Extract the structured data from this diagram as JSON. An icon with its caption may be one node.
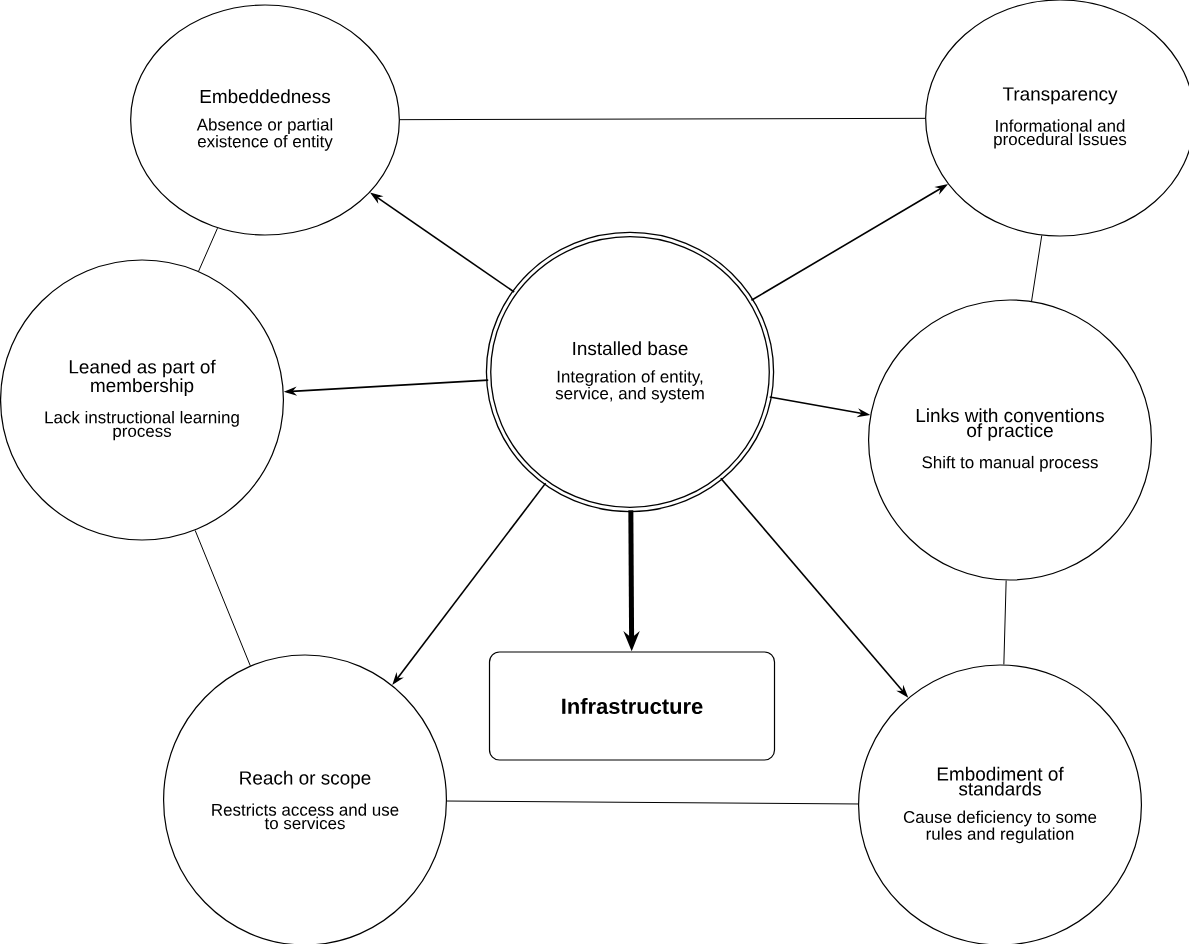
{
  "diagram": {
    "nodes": [
      {
        "text": [
          "Embeddedness",
          "Absence or partial existence of entity"
        ]
      },
      {
        "text": [
          "Transparency",
          "Informational and procedural Issues"
        ]
      },
      {
        "text": [
          "Installed base",
          "Integration of entity, service, and system"
        ]
      },
      {
        "text": [
          "Leaned as part of membership",
          "Lack instructional learning process"
        ]
      },
      {
        "text": [
          "Links with conventions of practice",
          "Shift to manual process"
        ]
      },
      {
        "text": [
          "Infrastructure"
        ]
      },
      {
        "text": [
          "Reach or scope",
          "Restricts access and use to services"
        ]
      },
      {
        "text": [
          "Embodiment of standards",
          "Cause deficiency to some rules and regulation"
        ]
      }
    ],
    "edges": [
      {
        "from": 2,
        "to": 0,
        "arrow": "to"
      },
      {
        "from": 2,
        "to": 1,
        "arrow": "to"
      },
      {
        "from": 2,
        "to": 3,
        "arrow": "to"
      },
      {
        "from": 2,
        "to": 4,
        "arrow": "to"
      },
      {
        "from": 2,
        "to": 6,
        "arrow": "to"
      },
      {
        "from": 2,
        "to": 5,
        "arrow": "to",
        "style": "thick"
      },
      {
        "from": 2,
        "to": 7,
        "arrow": "to"
      },
      {
        "from": 0,
        "to": 1,
        "arrow": "none"
      },
      {
        "from": 0,
        "to": 3,
        "arrow": "none"
      },
      {
        "from": 1,
        "to": 4,
        "arrow": "none"
      },
      {
        "from": 3,
        "to": 6,
        "arrow": "none"
      },
      {
        "from": 4,
        "to": 7,
        "arrow": "none"
      },
      {
        "from": 6,
        "to": 7,
        "arrow": "none"
      }
    ]
  }
}
